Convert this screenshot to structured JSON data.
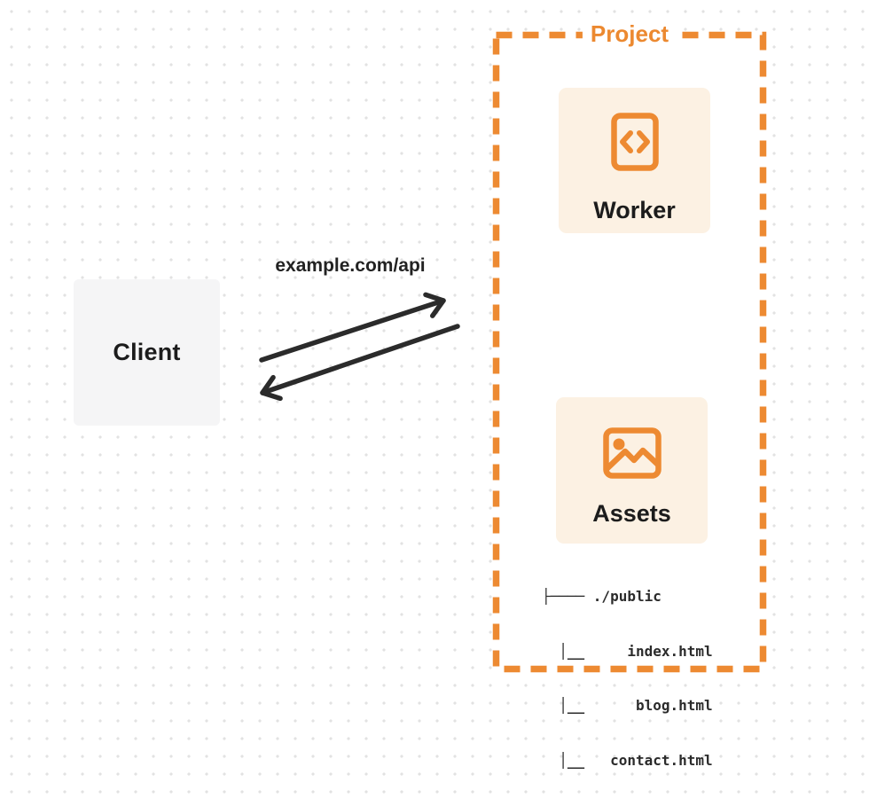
{
  "diagram": {
    "client": {
      "label": "Client"
    },
    "request": {
      "url_label": "example.com/api"
    },
    "project": {
      "label": "Project",
      "worker": {
        "label": "Worker",
        "icon": "code-file-icon"
      },
      "assets": {
        "label": "Assets",
        "icon": "image-icon"
      },
      "file_tree": {
        "root": "./public",
        "files": [
          "index.html",
          "blog.html",
          "contact.html"
        ],
        "lines": [
          "├──── ./public",
          "  │__     index.html",
          "  │__      blog.html",
          "  │__   contact.html"
        ]
      }
    },
    "colors": {
      "accent_orange": "#ED8A32",
      "card_background": "#FCF1E3",
      "client_background": "#F5F5F6",
      "arrow_ink": "#2B2B2B",
      "text_ink": "#1C1C1C"
    }
  }
}
